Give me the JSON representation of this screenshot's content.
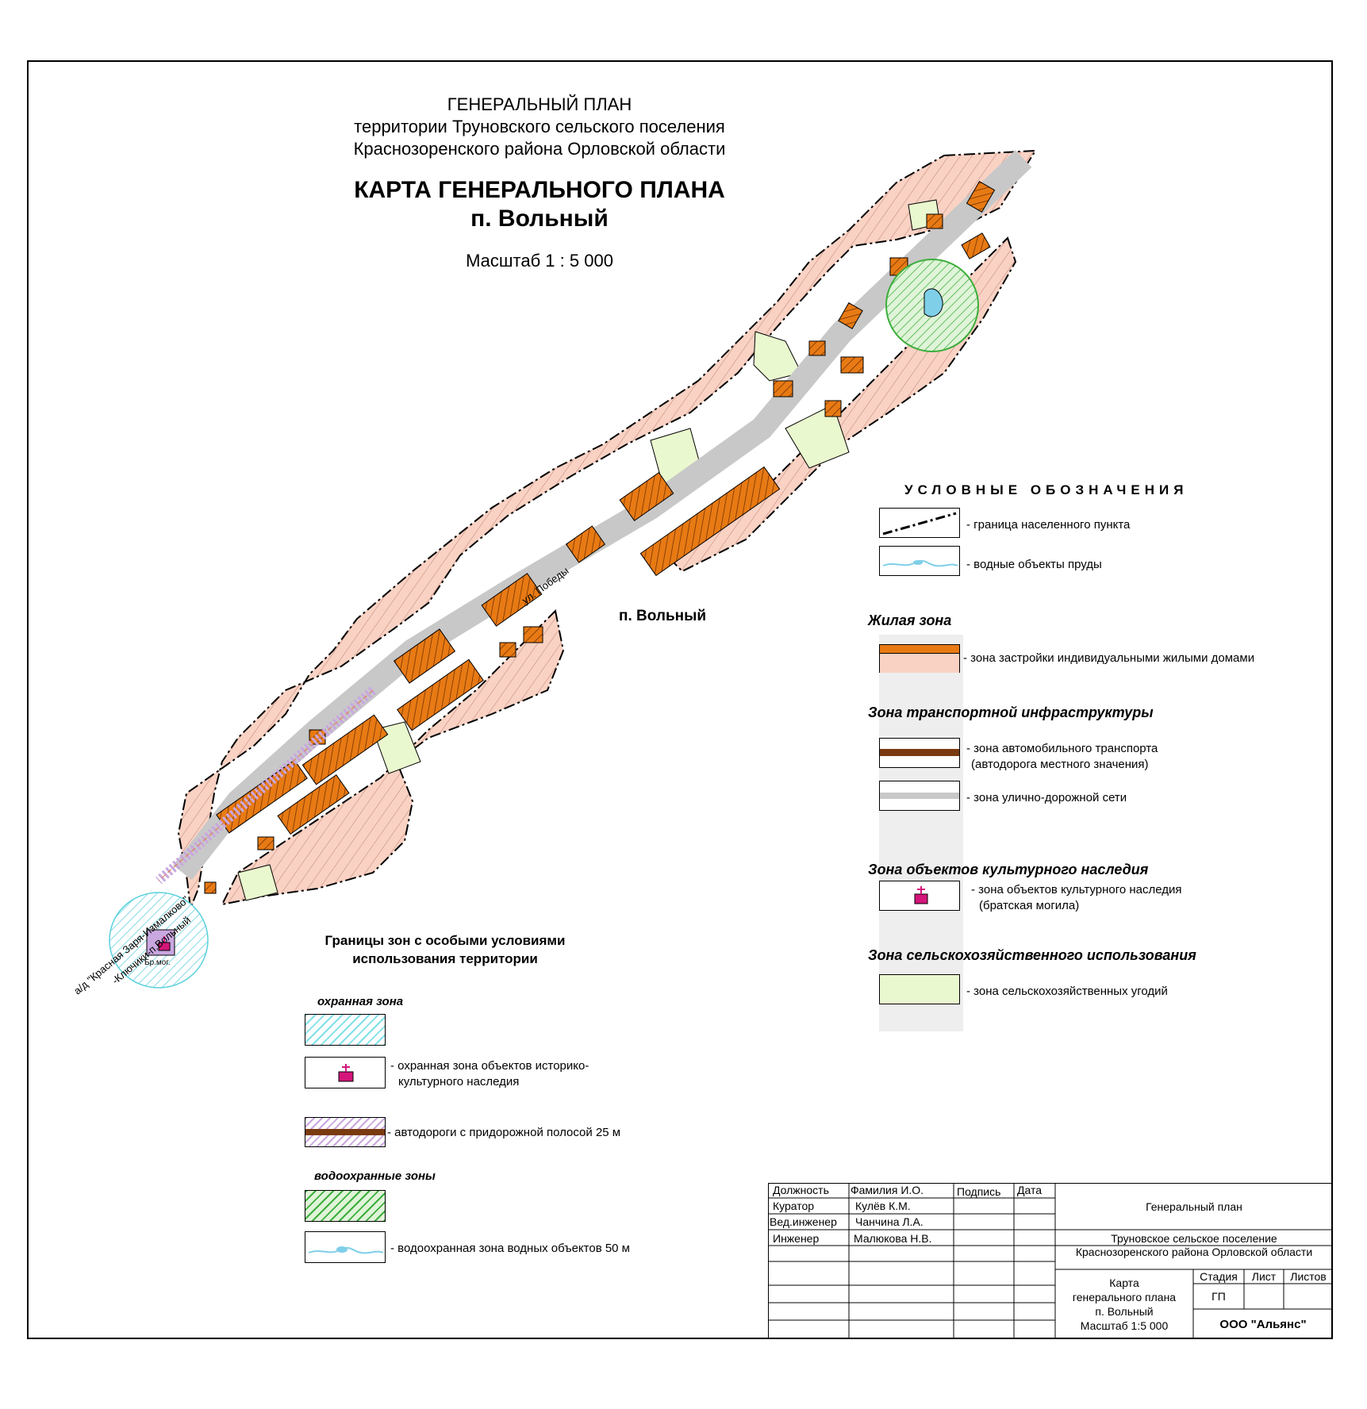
{
  "header": {
    "line1": "ГЕНЕРАЛЬНЫЙ  ПЛАН",
    "line2": "территории Труновского сельского поселения",
    "line3": "Краснозоренского района Орловской области",
    "map_title1": "КАРТА ГЕНЕРАЛЬНОГО ПЛАНА",
    "map_title2": "п. Вольный",
    "scale": "Масштаб 1 : 5 000"
  },
  "map": {
    "settlement_label": "п. Вольный",
    "street_label": "ул. Победы",
    "road_label1": "а/д \"Красная Заря-Измалково\"",
    "road_label2": "-Ключики-п.Вольный",
    "monument_label": "Бр.мог."
  },
  "legend": {
    "title": "УСЛОВНЫЕ  ОБОЗНАЧЕНИЯ",
    "boundary": "- граница населенного пункта",
    "water": "- водные объекты  пруды",
    "residential_title": "Жилая зона",
    "residential_item": "- зона застройки индивидуальными жилыми домами",
    "transport_title": "Зона транспортной инфраструктуры",
    "auto_line1": "- зона автомобильного транспорта",
    "auto_line2": "(автодорога местного значения)",
    "street_net": "- зона улично-дорожной сети",
    "heritage_title": "Зона объектов культурного наследия",
    "heritage_line1": "- зона объектов культурного наследия",
    "heritage_line2": "(братская могила)",
    "agri_title": "Зона сельскохозяйственного использования",
    "agri_item": "- зона сельскохозяйственных угодий"
  },
  "zones": {
    "title1": "Границы зон с особыми условиями",
    "title2": "использования территории",
    "protect_title": "охранная зона",
    "hist_line1": "- охранная зона объектов историко-",
    "hist_line2": "культурного наследия",
    "road_strip": "- автодороги с придорожной полосой 25 м",
    "water_title": "водоохранные зоны",
    "water_zone": "- водоохранная зона водных объектов 50 м"
  },
  "stamp": {
    "h_pos": "Должность",
    "h_name": "Фамилия И.О.",
    "h_sign": "Подпись",
    "h_date": "Дата",
    "r1_pos": "Куратор",
    "r1_name": "Кулёв К.М.",
    "r2_pos": "Вед.инженер",
    "r2_name": "Чанчина Л.А.",
    "r3_pos": "Инженер",
    "r3_name": "Малюкова Н.В.",
    "project": "Генеральный план",
    "org1": "Труновское сельское поселение",
    "org2": "Краснозоренского района  Орловской области",
    "sheet1": "Карта",
    "sheet2": "генерального плана",
    "sheet3": "п. Вольный",
    "sheet4": "Масштаб 1:5 000",
    "stage_h": "Стадия",
    "list_h": "Лист",
    "lists_h": "Листов",
    "stage": "ГП",
    "company": "ООО \"Альянс\""
  },
  "colors": {
    "residential": "#f9d2c4",
    "house": "#e87a14",
    "street": "#c8c8c8",
    "agri": "#eaf8cf",
    "water": "#7fcfe8",
    "heritage": "#d4167a",
    "protect": "#7fe0e8",
    "waterzone": "#3cae3c"
  }
}
